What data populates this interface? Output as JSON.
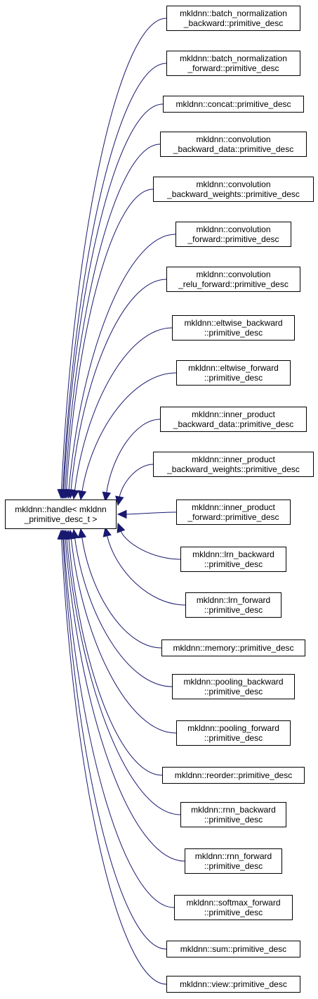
{
  "diagram": {
    "edge_color": "#191970",
    "base_class": {
      "lines": [
        "mkldnn::handle< mkldnn",
        "_primitive_desc_t >"
      ]
    },
    "derived_classes": [
      {
        "lines": [
          "mkldnn::batch_normalization",
          "_backward::primitive_desc"
        ]
      },
      {
        "lines": [
          "mkldnn::batch_normalization",
          "_forward::primitive_desc"
        ]
      },
      {
        "lines": [
          "mkldnn::concat::primitive_desc"
        ]
      },
      {
        "lines": [
          "mkldnn::convolution",
          "_backward_data::primitive_desc"
        ]
      },
      {
        "lines": [
          "mkldnn::convolution",
          "_backward_weights::primitive_desc"
        ]
      },
      {
        "lines": [
          "mkldnn::convolution",
          "_forward::primitive_desc"
        ]
      },
      {
        "lines": [
          "mkldnn::convolution",
          "_relu_forward::primitive_desc"
        ]
      },
      {
        "lines": [
          "mkldnn::eltwise_backward",
          "::primitive_desc"
        ]
      },
      {
        "lines": [
          "mkldnn::eltwise_forward",
          "::primitive_desc"
        ]
      },
      {
        "lines": [
          "mkldnn::inner_product",
          "_backward_data::primitive_desc"
        ]
      },
      {
        "lines": [
          "mkldnn::inner_product",
          "_backward_weights::primitive_desc"
        ]
      },
      {
        "lines": [
          "mkldnn::inner_product",
          "_forward::primitive_desc"
        ]
      },
      {
        "lines": [
          "mkldnn::lrn_backward",
          "::primitive_desc"
        ]
      },
      {
        "lines": [
          "mkldnn::lrn_forward",
          "::primitive_desc"
        ]
      },
      {
        "lines": [
          "mkldnn::memory::primitive_desc"
        ]
      },
      {
        "lines": [
          "mkldnn::pooling_backward",
          "::primitive_desc"
        ]
      },
      {
        "lines": [
          "mkldnn::pooling_forward",
          "::primitive_desc"
        ]
      },
      {
        "lines": [
          "mkldnn::reorder::primitive_desc"
        ]
      },
      {
        "lines": [
          "mkldnn::rnn_backward",
          "::primitive_desc"
        ]
      },
      {
        "lines": [
          "mkldnn::rnn_forward",
          "::primitive_desc"
        ]
      },
      {
        "lines": [
          "mkldnn::softmax_forward",
          "::primitive_desc"
        ]
      },
      {
        "lines": [
          "mkldnn::sum::primitive_desc"
        ]
      },
      {
        "lines": [
          "mkldnn::view::primitive_desc"
        ]
      }
    ]
  }
}
